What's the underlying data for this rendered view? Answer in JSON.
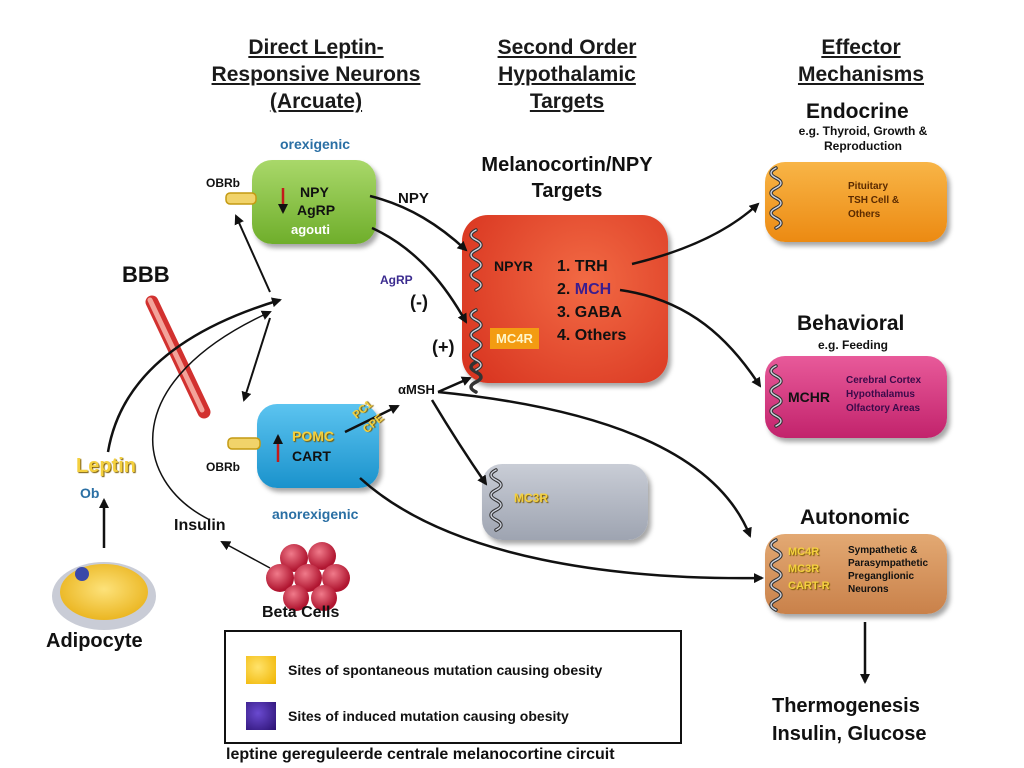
{
  "headers": {
    "col1": [
      "Direct Leptin-",
      "Responsive Neurons",
      "(Arcuate)"
    ],
    "col2": [
      "Second Order",
      "Hypothalamic",
      "Targets"
    ],
    "col3": [
      "Effector",
      "Mechanisms"
    ]
  },
  "arcuate": {
    "orexigenic_label": "orexigenic",
    "anorexigenic_label": "anorexigenic",
    "obrb_top": "OBRb",
    "obrb_bottom": "OBRb",
    "npy": "NPY",
    "agrp": "AgRP",
    "agouti": "agouti",
    "pomc": "POMC",
    "cart": "CART",
    "pc1": "PC1",
    "cpe": "CPE"
  },
  "left": {
    "bbb": "BBB",
    "leptin": "Leptin",
    "ob": "Ob",
    "insulin": "Insulin",
    "adipocyte": "Adipocyte",
    "beta_cells": "Beta Cells"
  },
  "arrows": {
    "npy": "NPY",
    "agrp": "AgRP",
    "minus": "(-)",
    "plus": "(+)",
    "amsh": "αMSH"
  },
  "melanocortin": {
    "title": [
      "Melanocortin/NPY",
      "Targets"
    ],
    "npyr": "NPYR",
    "mc4r": "MC4R",
    "items": [
      "1. TRH",
      "2. ",
      "MCH",
      "3. GABA",
      "4. Others"
    ]
  },
  "mc3r": "MC3R",
  "endocrine": {
    "title": "Endocrine",
    "sub": [
      "e.g. Thyroid, Growth &",
      "Reproduction"
    ],
    "box": [
      "Pituitary",
      "TSH Cell &",
      "Others"
    ]
  },
  "behavioral": {
    "title": "Behavioral",
    "sub": "e.g. Feeding",
    "receptor": "MCHR",
    "box": [
      "Cerebral Cortex",
      "Hypothalamus",
      "Olfactory Areas"
    ]
  },
  "autonomic": {
    "title": "Autonomic",
    "receptors": [
      "MC4R",
      "MC3R",
      "CART-R"
    ],
    "box": [
      "Sympathetic &",
      "Parasympathetic",
      "Preganglionic",
      "Neurons"
    ]
  },
  "outcome": [
    "Thermogenesis",
    "Insulin, Glucose"
  ],
  "legend": {
    "spontaneous": "Sites of spontaneous mutation causing obesity",
    "induced": "Sites of induced mutation causing obesity",
    "spontaneous_color": "#f5c518",
    "induced_color": "#3b1d8f"
  },
  "caption": "leptine gereguleerde centrale melanocortine circuit",
  "colors": {
    "orexigenic_box": "#8cc63f",
    "anorexigenic_box": "#29a9e0",
    "melanocortin_box": "#e8442a",
    "mc3r_box": "#b7bcc7",
    "endocrine_box": "#f39c1f",
    "behavioral_box": "#d6337e",
    "autonomic_box": "#d8965a"
  }
}
